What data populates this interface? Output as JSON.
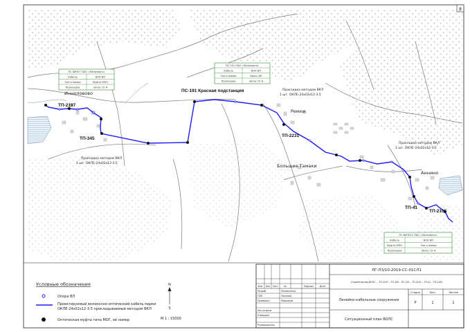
{
  "sheet_number": "8",
  "colors": {
    "route": "#1a1aff",
    "roads": "#7a7a7a",
    "dots": "#b8b8b8",
    "frame": "#222222",
    "green": "#2a8a2a"
  },
  "places": {
    "innolovo": "Инноловово",
    "remki": "Ремки",
    "bolshie_tamki": "Большие Тамаки",
    "annino": "Аннино"
  },
  "substations": {
    "tp2197": "ТП-2197",
    "tp345": "ТП-345",
    "ps191": "ПС-191 Красная подстанция",
    "tp2231": "ТП-2231",
    "tp41": "ТП-41",
    "tp2105": "ТП-2105"
  },
  "cable_notes": {
    "n1_title": "Прокладка методом ВКЛ",
    "n1_spec": "1 шт. ОКЛЕ-24х02х12-3.5",
    "n2_title": "Прокладка методом ВКЛ",
    "n2_spec": "1 шт. ОКЛЕ-24х02х12-3.5",
    "n3_title": "Прокладка методом ВКЛ",
    "n3_spec": "1 шт. ОКЛЕ-24х02х12-3.5"
  },
  "info_boxes": {
    "box1": {
      "title": "ПС №РЛ/7 ПАО «Ленэнерго»",
      "r1a": "Кабель",
      "r1b": "ВОК ВП",
      "r2a": "Тип и номер",
      "r2b": "Муфта МПО",
      "r3a": "Прокладка",
      "r3b": "Запас 15 м"
    },
    "box2": {
      "title": "ПС-191 ПАО «Ленэнерго»",
      "r1a": "Кабель",
      "r1b": "ВОК ВП",
      "r2a": "Тип и номер",
      "r2b": "Кросс ВП",
      "r3a": "Прокладка",
      "r3b": "Запас 15 м"
    },
    "box3": {
      "title": "ПС №РЛ/21 ПАО «Ленэнерго»",
      "r1a": "Кабель",
      "r1b": "ВОК ВП",
      "r2a": "Муфта МПО",
      "r2b": "Тип и номер",
      "r3a": "Прокладка",
      "r3b": "Запас 15 м"
    }
  },
  "legend": {
    "title": "Условные обозначения",
    "item1": "Опора ВЛ",
    "item2a": "Проектируемый волоконно-оптический кабель марки",
    "item2b": "ОКЛЕ-24х02х12-3.5 прокладываемый методом ВКЛ",
    "item3": "Оптическая муфта типа МОГ, её номер"
  },
  "north": "N",
  "south": "S",
  "scale": "М 1 : 15000",
  "title_block": {
    "code": "ЛГ-Л3/10-2019-СС-01СЛ1",
    "project": "Строительство ВОЛС ... ТП-2197 – ТП-345 – ПС-191 – ТП-2231 – ТП-41 – ТП-2105",
    "section": "Линейно-кабельные сооружения",
    "sheet_title": "Ситуационный план ВОЛС",
    "h_izm": "Изм",
    "h_kol": "Кол",
    "h_list": "Лист",
    "h_ndok": "№",
    "h_podp": "Подпись",
    "h_data": "Дата",
    "r_razrab": "Разраб.",
    "r_razrab_n": "Наперсенко",
    "r_gip": "ГИП",
    "r_gip_n": "Лисенов",
    "r_prov": "Проверил",
    "r_prov_n": "Марьяков",
    "r_nach": "Нач.отдела",
    "r_utv": "Утвердил",
    "r_ruk": "Руководитель",
    "stadia_h": "Стадия",
    "list_h": "Лист",
    "listov_h": "Листов",
    "stadia": "Р",
    "list": "1",
    "listov": "1"
  }
}
